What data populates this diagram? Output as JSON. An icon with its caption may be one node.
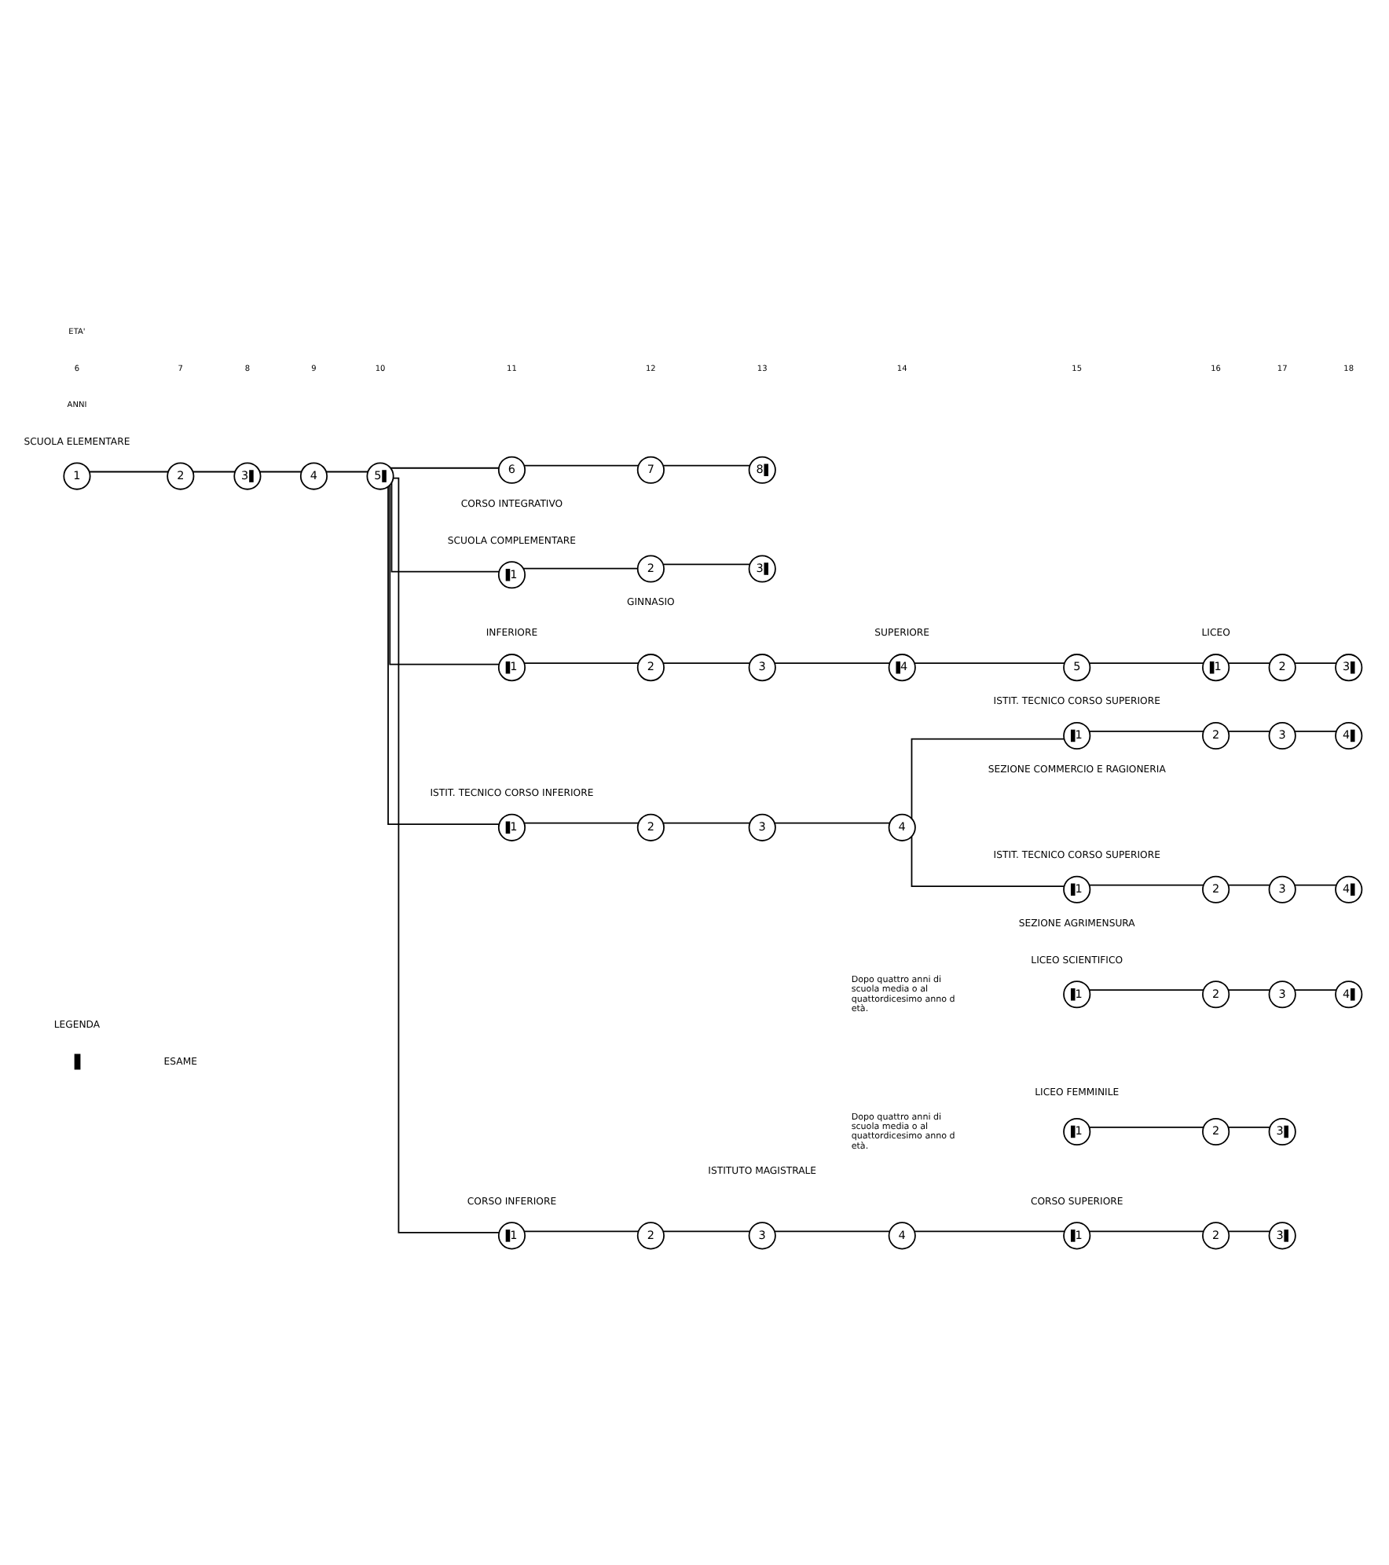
{
  "diagram": {
    "nodes": [
      {
        "text": [
          "1"
        ]
      },
      {
        "text": [
          "2"
        ]
      },
      {
        "text": [
          "3"
        ]
      },
      {
        "text": [
          "4"
        ]
      },
      {
        "text": [
          "5"
        ]
      },
      {
        "text": [
          "6"
        ]
      },
      {
        "text": [
          "7"
        ]
      },
      {
        "text": [
          "8"
        ]
      },
      {
        "text": [
          "1"
        ]
      },
      {
        "text": [
          "2"
        ]
      },
      {
        "text": [
          "3"
        ]
      },
      {
        "text": [
          "1"
        ]
      },
      {
        "text": [
          "2"
        ]
      },
      {
        "text": [
          "3"
        ]
      },
      {
        "text": [
          "4"
        ]
      },
      {
        "text": [
          "5"
        ]
      },
      {
        "text": [
          "1"
        ]
      },
      {
        "text": [
          "2"
        ]
      },
      {
        "text": [
          "3"
        ]
      },
      {
        "text": [
          "1"
        ]
      },
      {
        "text": [
          "2"
        ]
      },
      {
        "text": [
          "3"
        ]
      },
      {
        "text": [
          "4"
        ]
      },
      {
        "text": [
          "1"
        ]
      },
      {
        "text": [
          "2"
        ]
      },
      {
        "text": [
          "3"
        ]
      },
      {
        "text": [
          "4"
        ]
      },
      {
        "text": [
          "1"
        ]
      },
      {
        "text": [
          "2"
        ]
      },
      {
        "text": [
          "3"
        ]
      },
      {
        "text": [
          "4"
        ]
      },
      {
        "text": [
          "1"
        ]
      },
      {
        "text": [
          "2"
        ]
      },
      {
        "text": [
          "3"
        ]
      },
      {
        "text": [
          "4"
        ]
      },
      {
        "text": [
          "1"
        ]
      },
      {
        "text": [
          "2"
        ]
      },
      {
        "text": [
          "3"
        ]
      },
      {
        "text": [
          "1"
        ]
      },
      {
        "text": [
          "2"
        ]
      },
      {
        "text": [
          "3"
        ]
      },
      {
        "text": [
          "4"
        ]
      },
      {
        "text": [
          "1"
        ]
      },
      {
        "text": [
          "2"
        ]
      },
      {
        "text": [
          "3"
        ]
      }
    ],
    "edges": [
      {
        "from": 0,
        "to": 1,
        "arrow": "none"
      },
      {
        "from": 1,
        "to": 2,
        "arrow": "none"
      },
      {
        "from": 2,
        "to": 3,
        "arrow": "none"
      },
      {
        "from": 3,
        "to": 4,
        "arrow": "none"
      },
      {
        "from": 4,
        "to": 5,
        "arrow": "none"
      },
      {
        "from": 5,
        "to": 6,
        "arrow": "none"
      },
      {
        "from": 6,
        "to": 7,
        "arrow": "none"
      },
      {
        "from": 4,
        "to": 8,
        "arrow": "none"
      },
      {
        "from": 8,
        "to": 9,
        "arrow": "none"
      },
      {
        "from": 9,
        "to": 10,
        "arrow": "none"
      },
      {
        "from": 4,
        "to": 11,
        "arrow": "none"
      },
      {
        "from": 11,
        "to": 12,
        "arrow": "none"
      },
      {
        "from": 12,
        "to": 13,
        "arrow": "none"
      },
      {
        "from": 13,
        "to": 14,
        "arrow": "none"
      },
      {
        "from": 14,
        "to": 15,
        "arrow": "none"
      },
      {
        "from": 15,
        "to": 16,
        "arrow": "none"
      },
      {
        "from": 16,
        "to": 17,
        "arrow": "none"
      },
      {
        "from": 17,
        "to": 18,
        "arrow": "none"
      },
      {
        "from": 4,
        "to": 19,
        "arrow": "none"
      },
      {
        "from": 19,
        "to": 20,
        "arrow": "none"
      },
      {
        "from": 20,
        "to": 21,
        "arrow": "none"
      },
      {
        "from": 21,
        "to": 22,
        "arrow": "none"
      },
      {
        "from": 22,
        "to": 23,
        "arrow": "none"
      },
      {
        "from": 23,
        "to": 24,
        "arrow": "none"
      },
      {
        "from": 24,
        "to": 25,
        "arrow": "none"
      },
      {
        "from": 25,
        "to": 26,
        "arrow": "none"
      },
      {
        "from": 22,
        "to": 27,
        "arrow": "none"
      },
      {
        "from": 27,
        "to": 28,
        "arrow": "none"
      },
      {
        "from": 28,
        "to": 29,
        "arrow": "none"
      },
      {
        "from": 29,
        "to": 30,
        "arrow": "none"
      },
      {
        "from": 31,
        "to": 32,
        "arrow": "none"
      },
      {
        "from": 32,
        "to": 33,
        "arrow": "none"
      },
      {
        "from": 33,
        "to": 34,
        "arrow": "none"
      },
      {
        "from": 35,
        "to": 36,
        "arrow": "none"
      },
      {
        "from": 36,
        "to": 37,
        "arrow": "none"
      },
      {
        "from": 4,
        "to": 38,
        "arrow": "none"
      },
      {
        "from": 38,
        "to": 39,
        "arrow": "none"
      },
      {
        "from": 39,
        "to": 40,
        "arrow": "none"
      },
      {
        "from": 40,
        "to": 41,
        "arrow": "none"
      },
      {
        "from": 41,
        "to": 42,
        "arrow": "none"
      },
      {
        "from": 42,
        "to": 43,
        "arrow": "none"
      },
      {
        "from": 43,
        "to": 44,
        "arrow": "none"
      }
    ],
    "labels": [
      "ETA'",
      "6",
      "7",
      "8",
      "9",
      "10",
      "11",
      "12",
      "13",
      "14",
      "15",
      "16",
      "17",
      "18",
      "ANNI",
      "SCUOLA ELEMENTARE",
      "CORSO INTEGRATIVO",
      "SCUOLA COMPLEMENTARE",
      "GINNASIO",
      "INFERIORE",
      "SUPERIORE",
      "LICEO",
      "ISTIT. TECNICO CORSO SUPERIORE",
      "ISTIT. TECNICO CORSO INFERIORE",
      "SEZIONE COMMERCIO E RAGIONERIA",
      "ISTIT. TECNICO CORSO SUPERIORE",
      "SEZIONE AGRIMENSURA",
      "LICEO SCIENTIFICO",
      "Dopo quattro anni di scuola media o al quattordicesimo anno d età.",
      "LEGENDA",
      "LICEO FEMMINILE",
      "Dopo quattro anni di scuola media o al quattordicesimo anno d età.",
      "ISTITUTO MAGISTRALE",
      "CORSO INFERIORE",
      "CORSO SUPERIORE"
    ],
    "legend": [
      {
        "text": "ESAME"
      }
    ]
  }
}
